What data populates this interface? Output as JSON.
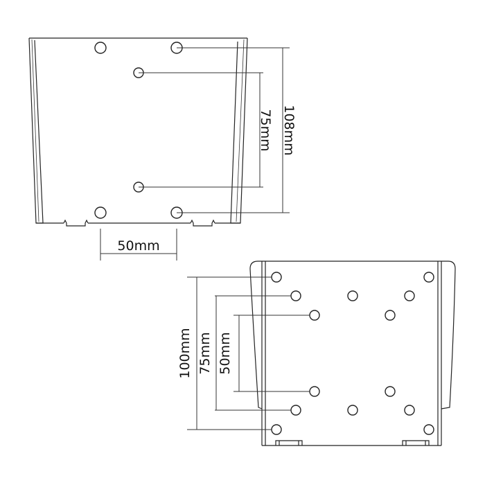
{
  "top_bracket": {
    "vertical_large": "108mm",
    "vertical_small": "75mm",
    "horizontal": "50mm"
  },
  "bottom_bracket": {
    "vertical_outer": "100mm",
    "vertical_middle": "75mm",
    "vertical_inner": "50mm"
  },
  "colors": {
    "line": "#222222",
    "background": "#ffffff"
  }
}
